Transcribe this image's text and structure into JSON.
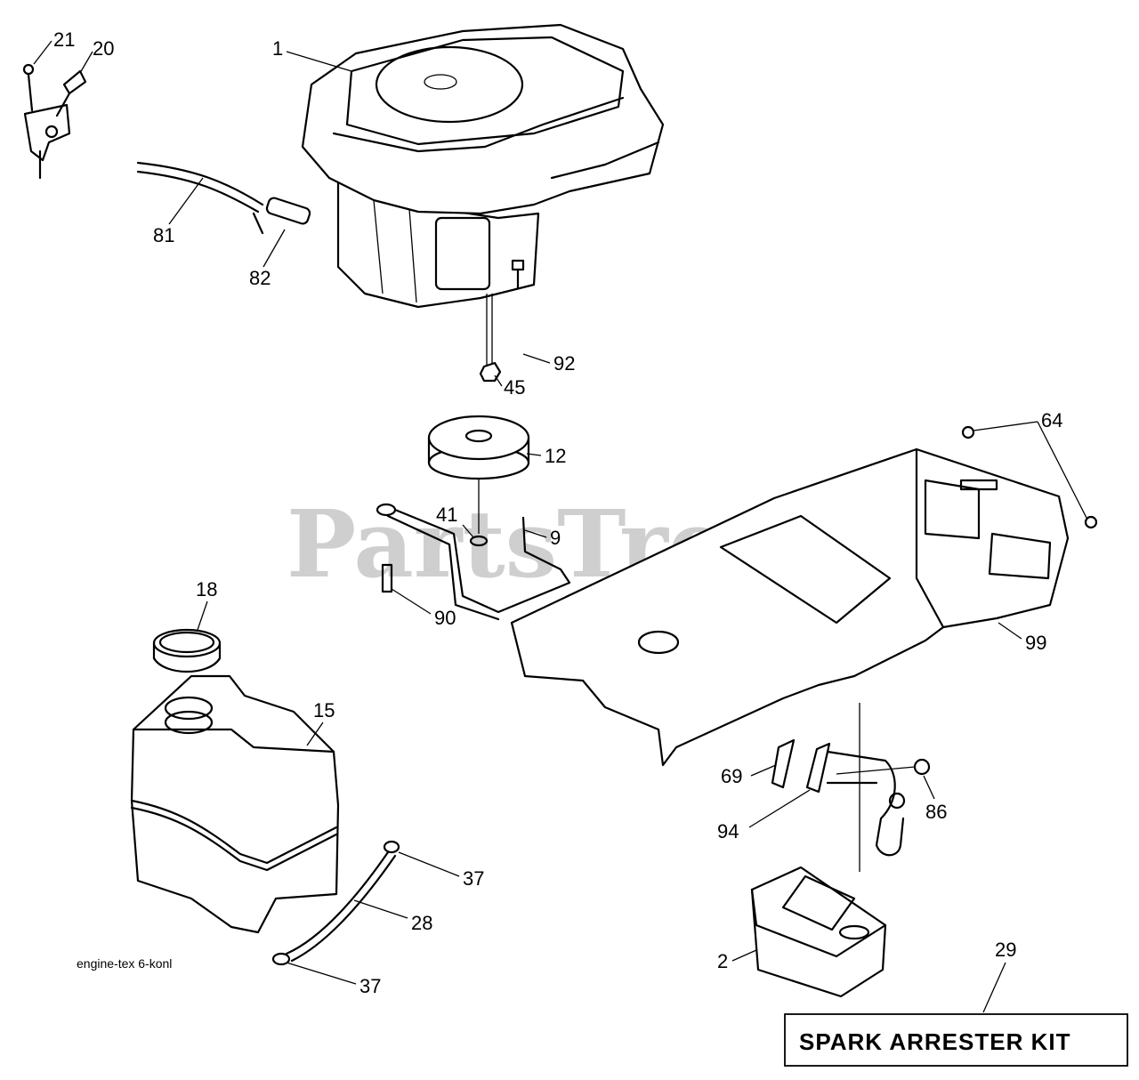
{
  "watermark": {
    "text": "PartsTree",
    "trademark": "™"
  },
  "callouts": [
    "1",
    "2",
    "9",
    "12",
    "15",
    "18",
    "20",
    "21",
    "28",
    "29",
    "37",
    "37",
    "41",
    "45",
    "64",
    "69",
    "81",
    "82",
    "86",
    "90",
    "92",
    "94",
    "99"
  ],
  "note": "engine-tex 6-konl",
  "kit_box": {
    "label": "SPARK ARRESTER KIT"
  }
}
